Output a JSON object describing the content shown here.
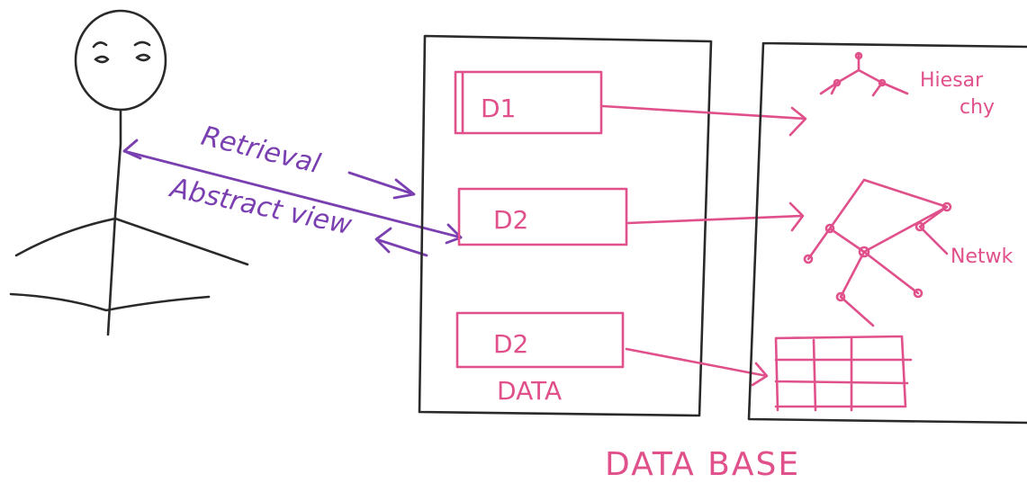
{
  "labels": {
    "retrieval": "Retrieval",
    "abstract_view": "Abstract view",
    "d1": "D1",
    "d2": "D2",
    "d3": "D2",
    "data": "DATA",
    "hierarchy_line1": "Hiesar",
    "hierarchy_line2": "chy",
    "network": "Netwk",
    "database": "DATA BASE"
  },
  "colors": {
    "person_ink": "#2a2a2a",
    "arrow_ink": "#7a3fb0",
    "diagram_ink": "#e0508a"
  }
}
